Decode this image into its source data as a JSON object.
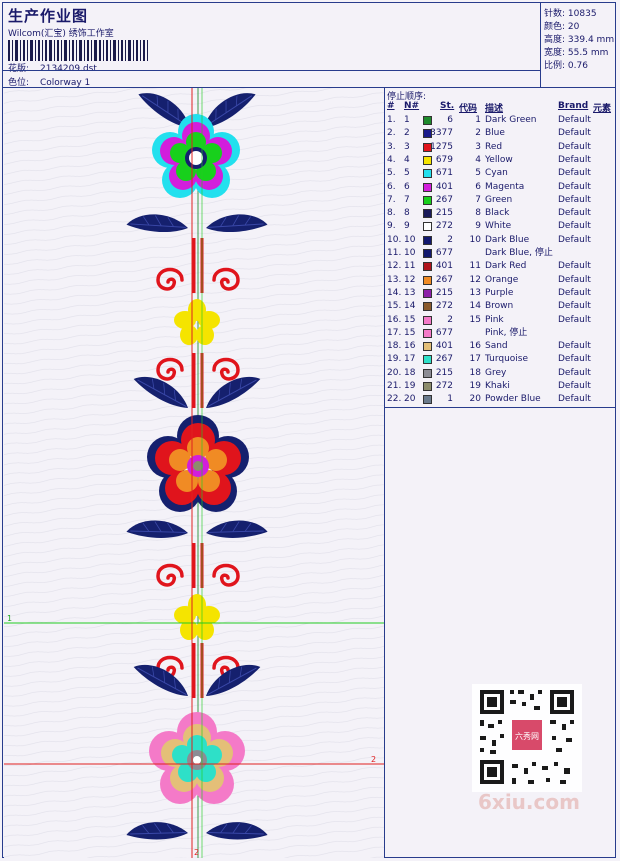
{
  "header": {
    "title": "生产作业图",
    "subtitle": "Wilcom(汇宝) 绣饰工作室",
    "pattern_label": "花版:",
    "pattern_value": "2134209.dst",
    "colorway_label": "色位:",
    "colorway_value": "Colorway 1"
  },
  "stats": [
    {
      "label": "针数:",
      "value": "10835"
    },
    {
      "label": "颜色:",
      "value": "20"
    },
    {
      "label": "高度:",
      "value": "339.4 mm"
    },
    {
      "label": "宽度:",
      "value": "55.5 mm"
    },
    {
      "label": "比例:",
      "value": "0.76"
    }
  ],
  "stop_sequence": {
    "title": "停止顺序:",
    "columns": [
      "#",
      "N#",
      "St.",
      "代码",
      "描述",
      "Brand",
      "元素"
    ],
    "rows": [
      {
        "idx": "1.",
        "n": "1",
        "color": "#1d8a2b",
        "st": "6",
        "code": "1",
        "desc": "Dark Green",
        "brand": "Default"
      },
      {
        "idx": "2.",
        "n": "2",
        "color": "#1a1a8c",
        "st": "3377",
        "code": "2",
        "desc": "Blue",
        "brand": "Default"
      },
      {
        "idx": "3.",
        "n": "3",
        "color": "#e0141c",
        "st": "1275",
        "code": "3",
        "desc": "Red",
        "brand": "Default"
      },
      {
        "idx": "4.",
        "n": "4",
        "color": "#f5e400",
        "st": "679",
        "code": "4",
        "desc": "Yellow",
        "brand": "Default"
      },
      {
        "idx": "5.",
        "n": "5",
        "color": "#22e0ee",
        "st": "671",
        "code": "5",
        "desc": "Cyan",
        "brand": "Default"
      },
      {
        "idx": "6.",
        "n": "6",
        "color": "#d21edc",
        "st": "401",
        "code": "6",
        "desc": "Magenta",
        "brand": "Default"
      },
      {
        "idx": "7.",
        "n": "7",
        "color": "#18d01c",
        "st": "267",
        "code": "7",
        "desc": "Green",
        "brand": "Default"
      },
      {
        "idx": "8.",
        "n": "8",
        "color": "#1a1a5a",
        "st": "215",
        "code": "8",
        "desc": "Black",
        "brand": "Default"
      },
      {
        "idx": "9.",
        "n": "9",
        "color": "#ffffff",
        "st": "272",
        "code": "9",
        "desc": "White",
        "brand": "Default"
      },
      {
        "idx": "10.",
        "n": "10",
        "color": "#12186e",
        "st": "2",
        "code": "10",
        "desc": "Dark Blue",
        "brand": "Default"
      },
      {
        "idx": "11.",
        "n": "10",
        "color": "#12186e",
        "st": "677",
        "code": "",
        "desc": "Dark Blue, 停止",
        "brand": ""
      },
      {
        "idx": "12.",
        "n": "11",
        "color": "#b0141c",
        "st": "401",
        "code": "11",
        "desc": "Dark Red",
        "brand": "Default"
      },
      {
        "idx": "13.",
        "n": "12",
        "color": "#f08b24",
        "st": "267",
        "code": "12",
        "desc": "Orange",
        "brand": "Default"
      },
      {
        "idx": "14.",
        "n": "13",
        "color": "#8c20a8",
        "st": "215",
        "code": "13",
        "desc": "Purple",
        "brand": "Default"
      },
      {
        "idx": "15.",
        "n": "14",
        "color": "#8a5a2c",
        "st": "272",
        "code": "14",
        "desc": "Brown",
        "brand": "Default"
      },
      {
        "idx": "16.",
        "n": "15",
        "color": "#f47ac8",
        "st": "2",
        "code": "15",
        "desc": "Pink",
        "brand": "Default"
      },
      {
        "idx": "17.",
        "n": "15",
        "color": "#f47ac8",
        "st": "677",
        "code": "",
        "desc": "Pink, 停止",
        "brand": ""
      },
      {
        "idx": "18.",
        "n": "16",
        "color": "#e4bf78",
        "st": "401",
        "code": "16",
        "desc": "Sand",
        "brand": "Default"
      },
      {
        "idx": "19.",
        "n": "17",
        "color": "#2ee0c8",
        "st": "267",
        "code": "17",
        "desc": "Turquoise",
        "brand": "Default"
      },
      {
        "idx": "20.",
        "n": "18",
        "color": "#8c8c94",
        "st": "215",
        "code": "18",
        "desc": "Grey",
        "brand": "Default"
      },
      {
        "idx": "21.",
        "n": "19",
        "color": "#8c8c6c",
        "st": "272",
        "code": "19",
        "desc": "Khaki",
        "brand": "Default"
      },
      {
        "idx": "22.",
        "n": "20",
        "color": "#6a7a8c",
        "st": "1",
        "code": "20",
        "desc": "Powder Blue",
        "brand": "Default"
      }
    ]
  },
  "design": {
    "guide_labels": {
      "h1": "1",
      "h2": "2",
      "v2": "2"
    },
    "colors": {
      "guide_green": "#22cc22",
      "guide_red": "#e02020"
    }
  },
  "watermark": {
    "qr_text": "六秀网",
    "logo": "6xiu.com"
  }
}
